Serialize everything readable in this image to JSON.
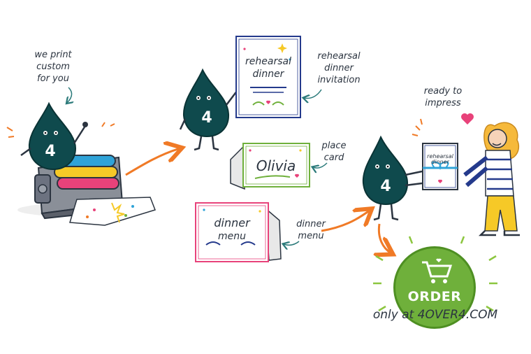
{
  "labels": {
    "we_print": "we print\ncustom\nfor you",
    "rehearsal_caption": "rehearsal\ndinner\ninvitation",
    "place_card_caption": "place\ncard",
    "dinner_menu_caption": "dinner\nmenu",
    "ready": "ready to\nimpress"
  },
  "cards": {
    "invitation_title_1": "rehearsal",
    "invitation_title_2": "dinner",
    "place_name": "Olivia",
    "menu_title_1": "dinner",
    "menu_title_2": "menu",
    "held_title_1": "rehearsal",
    "held_title_2": "dinner"
  },
  "mascot_number": "4",
  "cta": {
    "order_label": "ORDER",
    "tagline": "only at 4OVER4.COM"
  },
  "colors": {
    "mascot": "#0f4a4d",
    "accent_orange": "#f07a26",
    "order_green": "#6fb03b",
    "roller_cyan": "#2fa3d8",
    "roller_yellow": "#f6c927",
    "roller_magenta": "#e8427a"
  },
  "icons": [
    "printing-press-icon",
    "cart-icon",
    "heart-icon",
    "sparkle-icon",
    "arrow-icon"
  ]
}
